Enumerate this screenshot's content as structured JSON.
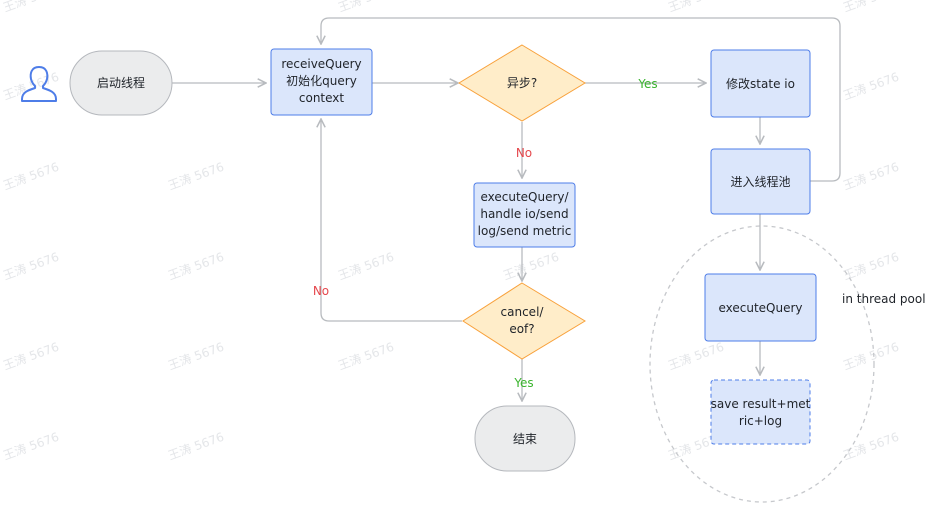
{
  "watermark": "王涛 5676",
  "colors": {
    "process_fill": "#dbe6fb",
    "process_stroke": "#4e7de8",
    "decision_fill": "#ffedc9",
    "decision_stroke": "#f8a13b",
    "terminal_fill": "#ebeced",
    "terminal_stroke": "#b5b8bd",
    "arrow": "#b8bbbf",
    "yes": "#3ab42e",
    "no": "#e5484d",
    "user_icon": "#4e7de8"
  },
  "nodes": {
    "start": [
      "启动线程"
    ],
    "receive": [
      "receiveQuery",
      "初始化query",
      "context"
    ],
    "async_decision": [
      "异步?"
    ],
    "modify_state": [
      "修改state io"
    ],
    "enter_pool": [
      "进入线程池"
    ],
    "execute": [
      "executeQuery/",
      "handle io/send",
      "log/send metric"
    ],
    "cancel_decision": [
      "cancel/",
      "eof?"
    ],
    "end": [
      "结束"
    ],
    "pool_execute": [
      "executeQuery"
    ],
    "save_result": [
      "save result+met",
      "ric+log"
    ]
  },
  "labels": {
    "yes_async": "Yes",
    "no_async": "No",
    "no_loop": "No",
    "yes_end": "Yes",
    "thread_pool": "in thread pool"
  },
  "icons": {
    "user": "user-icon"
  }
}
